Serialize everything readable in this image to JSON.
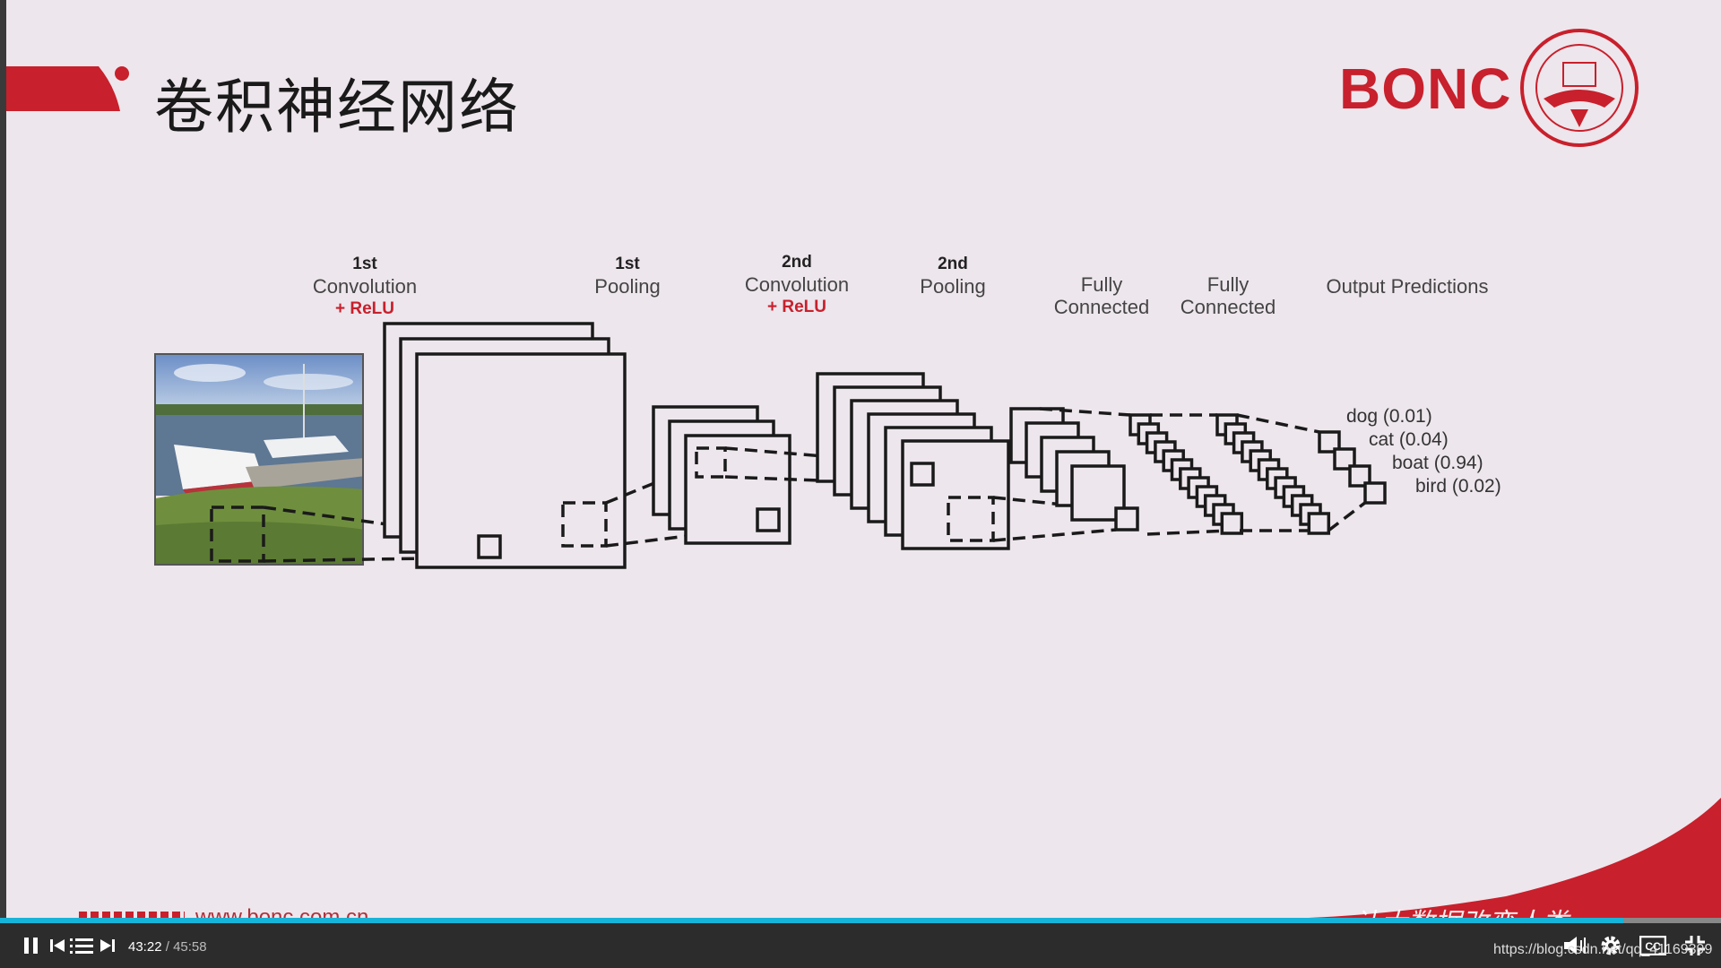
{
  "slide": {
    "title": "卷积神经网络",
    "logo_text": "BONC",
    "website": "www.bonc.com.cn",
    "signature": "让大数据改变人类"
  },
  "diagram": {
    "stages": [
      {
        "order": "1st",
        "name": "Convolution",
        "note": "+ ReLU"
      },
      {
        "order": "1st",
        "name": "Pooling",
        "note": ""
      },
      {
        "order": "2nd",
        "name": "Convolution",
        "note": "+ ReLU"
      },
      {
        "order": "2nd",
        "name": "Pooling",
        "note": ""
      },
      {
        "order": "",
        "name": "Fully Connected",
        "note": ""
      },
      {
        "order": "",
        "name": "Fully Connected",
        "note": ""
      },
      {
        "order": "",
        "name": "Output Predictions",
        "note": ""
      }
    ],
    "predictions": [
      "dog (0.01)",
      "cat (0.04)",
      "boat (0.94)",
      "bird (0.02)"
    ]
  },
  "player": {
    "current_time": "43:22",
    "duration": "45:58",
    "progress": 0.943,
    "url": "https://blog.csdn.net/qq_41169399",
    "icons": [
      "pause-icon",
      "prev-icon",
      "playlist-icon",
      "next-icon",
      "volume-icon",
      "settings-icon",
      "captions-icon",
      "fullscreen-exit-icon"
    ]
  },
  "colors": {
    "accent": "#c8202c",
    "progress": "#18b4d8",
    "background": "#ede6ec",
    "controls": "#2c2c2c"
  }
}
